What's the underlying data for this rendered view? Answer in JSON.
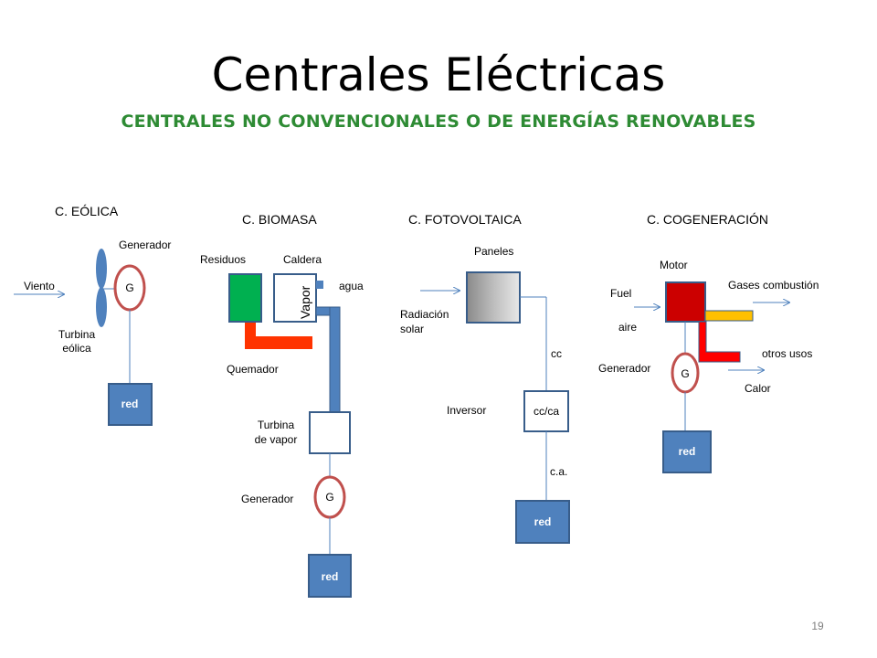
{
  "title": "Centrales Eléctricas",
  "subtitle": "CENTRALES NO CONVENCIONALES O DE ENERGÍAS RENOVABLES",
  "page_number": "19",
  "colors": {
    "subtitle_green": "#2e8b34",
    "box_blue": "#4f81bd",
    "box_blue_border": "#385d8a",
    "circle_red": "#c0504d",
    "line_blue": "#4f81bd",
    "biomass_green": "#00b050",
    "burner_red": "#ff3300",
    "motor_red": "#cc0000",
    "exhaust_yellow": "#ffc000",
    "heat_red": "#ff0000"
  },
  "eolica": {
    "heading": "C. EÓLICA",
    "generador": "Generador",
    "viento": "Viento",
    "g": "G",
    "turbina_1": "Turbina",
    "turbina_2": "eólica",
    "red": "red"
  },
  "biomasa": {
    "heading": "C. BIOMASA",
    "residuos": "Residuos",
    "caldera": "Caldera",
    "agua": "agua",
    "vapor": "Vapor",
    "quemador": "Quemador",
    "turbina_1": "Turbina",
    "turbina_2": "de vapor",
    "generador": "Generador",
    "g": "G",
    "red": "red"
  },
  "fotovoltaica": {
    "heading": "C. FOTOVOLTAICA",
    "paneles": "Paneles",
    "radiacion_1": "Radiación",
    "radiacion_2": "solar",
    "cc": "cc",
    "inversor": "Inversor",
    "cc_ca": "cc/ca",
    "ca": "c.a.",
    "red": "red"
  },
  "cogeneracion": {
    "heading": "C. COGENERACIÓN",
    "motor": "Motor",
    "fuel": "Fuel",
    "gases": "Gases combustión",
    "aire": "aire",
    "generador": "Generador",
    "g": "G",
    "otros_usos": "otros usos",
    "calor": "Calor",
    "red": "red"
  }
}
